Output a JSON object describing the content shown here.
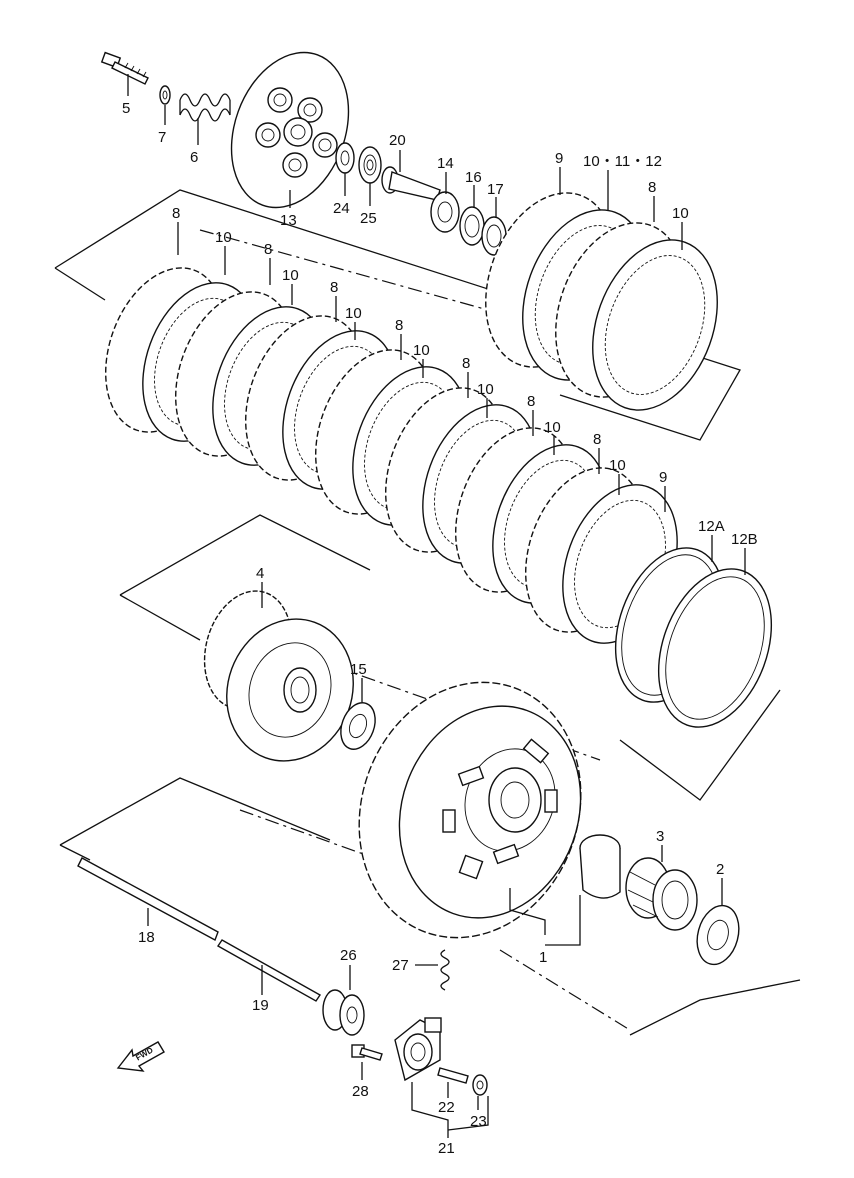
{
  "labels": {
    "p1": "1",
    "p2": "2",
    "p3": "3",
    "p4": "4",
    "p5": "5",
    "p6": "6",
    "p7": "7",
    "p8a": "8",
    "p8b": "8",
    "p8c": "8",
    "p8d": "8",
    "p8e": "8",
    "p8f": "8",
    "p8g": "8",
    "p8h": "8",
    "p9a": "9",
    "p9b": "9",
    "p10a": "10",
    "p10b": "10",
    "p10c": "10",
    "p10d": "10",
    "p10e": "10",
    "p10f": "10",
    "p10g": "10",
    "p10h": "10",
    "p10_11_12": "10・11・12",
    "p12a": "12A",
    "p12b": "12B",
    "p13": "13",
    "p14": "14",
    "p15": "15",
    "p16": "16",
    "p17": "17",
    "p18": "18",
    "p19": "19",
    "p20": "20",
    "p21": "21",
    "p22": "22",
    "p23": "23",
    "p24": "24",
    "p25": "25",
    "p26": "26",
    "p27": "27",
    "p28": "28",
    "fwd": "FWD"
  }
}
